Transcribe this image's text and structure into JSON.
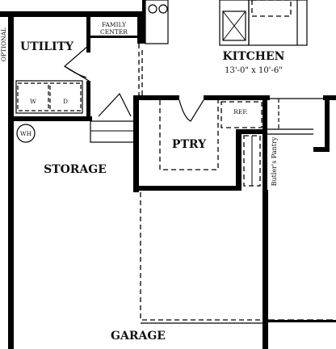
{
  "plan": {
    "rooms": {
      "utility": "UTILITY",
      "family_center": [
        "FAMILY",
        "CENTER"
      ],
      "kitchen": "KITCHEN",
      "kitchen_dims": "13'-0\" x 10'-6\"",
      "pantry": "PTRY",
      "storage": "STORAGE",
      "garage": "GARAGE",
      "butlers_pantry": "Butler's Pantry"
    },
    "fixtures": {
      "washer": "W",
      "dryer": "D",
      "water_heater": "WH",
      "refrigerator": "REF.",
      "optional": "OPTIONAL"
    }
  }
}
